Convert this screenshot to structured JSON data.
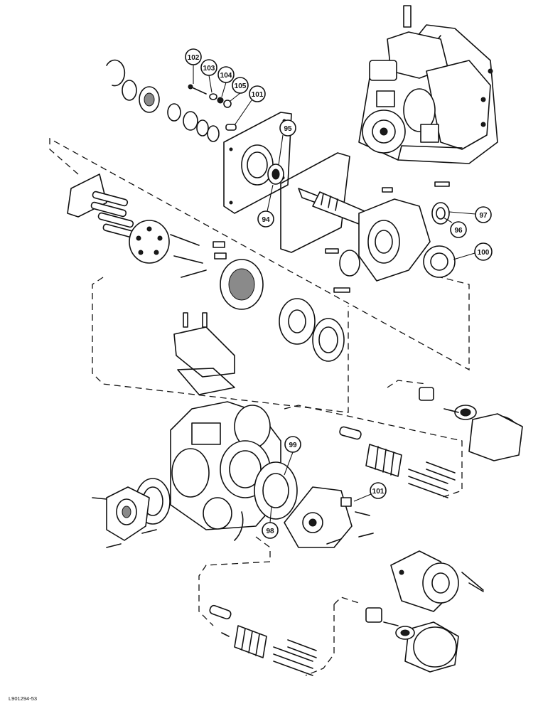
{
  "diagram": {
    "reference_code": "L901294-53",
    "callouts": [
      {
        "id": "c102",
        "label": "102"
      },
      {
        "id": "c103",
        "label": "103"
      },
      {
        "id": "c104",
        "label": "104"
      },
      {
        "id": "c105",
        "label": "105"
      },
      {
        "id": "c101a",
        "label": "101"
      },
      {
        "id": "c95",
        "label": "95"
      },
      {
        "id": "c94",
        "label": "94"
      },
      {
        "id": "c97",
        "label": "97"
      },
      {
        "id": "c96",
        "label": "96"
      },
      {
        "id": "c100",
        "label": "100"
      },
      {
        "id": "c99",
        "label": "99"
      },
      {
        "id": "c98",
        "label": "98"
      },
      {
        "id": "c101b",
        "label": "101"
      }
    ]
  }
}
